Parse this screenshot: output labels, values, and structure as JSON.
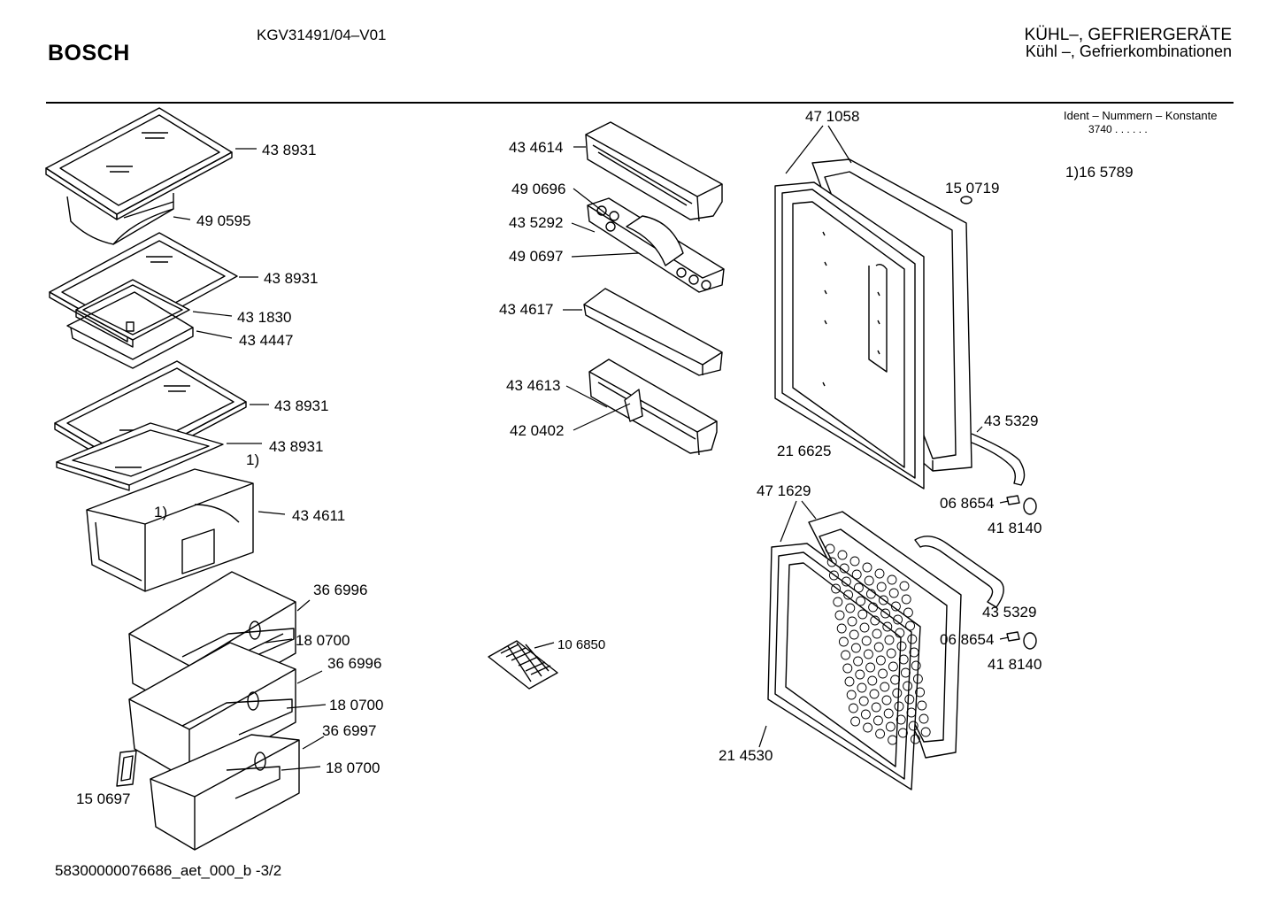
{
  "header": {
    "brand": "BOSCH",
    "model": "KGV31491/04–V01",
    "category_line1": "KÜHL–, GEFRIERGERÄTE",
    "category_line2": "Kühl –, Gefrierkombinationen"
  },
  "ident": {
    "title": "Ident – Nummern – Konstante",
    "value": "3740  .  .    .  .  .  .",
    "note": "1)16 5789"
  },
  "footer": {
    "code": "58300000076686_aet_000_b  -3/2"
  },
  "part_labels": {
    "p01": "43 8931",
    "p02": "49 0595",
    "p03": "43 8931",
    "p04": "43 1830",
    "p05": "43 4447",
    "p06": "43 8931",
    "p07": "43 8931",
    "p08": "1)",
    "p09": "1)",
    "p10": "43 4611",
    "p11": "36 6996",
    "p12": "18 0700",
    "p13": "36 6996",
    "p14": "18 0700",
    "p15": "36 6997",
    "p16": "18 0700",
    "p17": "15 0697",
    "p18": "43 4614",
    "p19": "49 0696",
    "p20": "43 5292",
    "p21": "49 0697",
    "p22": "43 4617",
    "p23": "43 4613",
    "p24": "42 0402",
    "p25": "10 6850",
    "p26": "47 1058",
    "p27": "15 0719",
    "p28": "21 6625",
    "p29": "43 5329",
    "p30": "06 8654",
    "p31": "41 8140",
    "p32": "47 1629",
    "p33": "43 5329",
    "p34": "06 8654",
    "p35": "41 8140",
    "p36": "21 4530"
  }
}
